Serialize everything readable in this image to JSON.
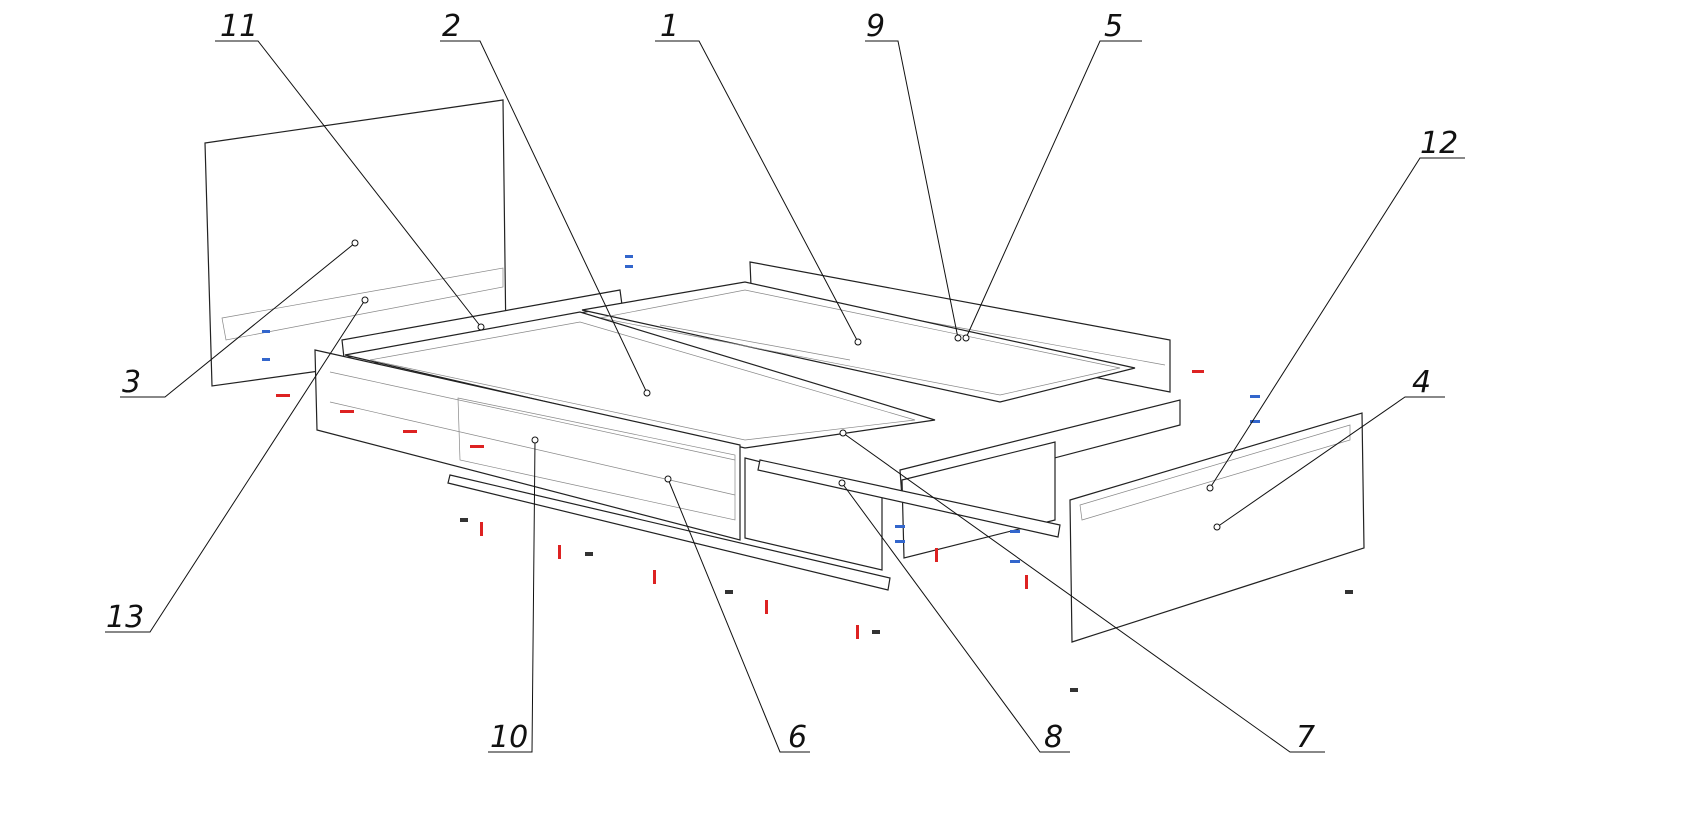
{
  "diagram": {
    "type": "exploded-assembly",
    "callouts": [
      {
        "id": "c11",
        "label": "11"
      },
      {
        "id": "c2",
        "label": "2"
      },
      {
        "id": "c1",
        "label": "1"
      },
      {
        "id": "c9",
        "label": "9"
      },
      {
        "id": "c5",
        "label": "5"
      },
      {
        "id": "c12",
        "label": "12"
      },
      {
        "id": "c3",
        "label": "3"
      },
      {
        "id": "c4",
        "label": "4"
      },
      {
        "id": "c13",
        "label": "13"
      },
      {
        "id": "c10",
        "label": "10"
      },
      {
        "id": "c6",
        "label": "6"
      },
      {
        "id": "c8",
        "label": "8"
      },
      {
        "id": "c7",
        "label": "7"
      }
    ],
    "colors": {
      "fastener_red": "#d22222",
      "fastener_blue": "#3366cc",
      "line": "#222222"
    }
  }
}
